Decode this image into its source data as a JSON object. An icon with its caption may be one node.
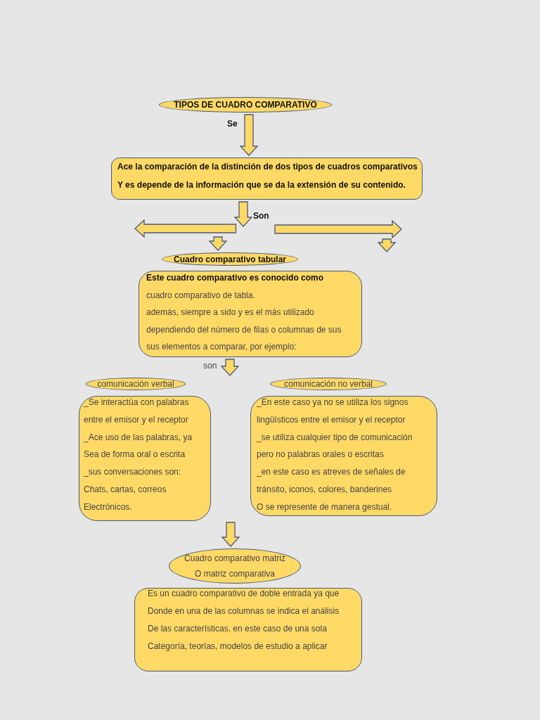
{
  "diagram": {
    "nodes": [
      {
        "text": [
          "TIPOS DE CUADRO COMPARATIVO"
        ]
      },
      {
        "text": [
          "Ace la comparación de la distinción de dos tipos de cuadros comparativos",
          "Y es depende de la información que se da la extensión de su contenido."
        ]
      },
      {
        "text": [
          "Cuadro comparativo tabular"
        ]
      },
      {
        "text": [
          "Este cuadro comparativo es conocido como",
          "cuadro comparativo de tabla.",
          "además, siempre a sido y es el más utilizado",
          "dependiendo del número de filas o columnas de sus",
          "sus elementos a comparar, por ejemplo:"
        ]
      },
      {
        "text": [
          "comunicación verbal"
        ]
      },
      {
        "text": [
          "_Se interactúa con palabras",
          "entre el emisor y el receptor",
          "_Ace uso de las palabras, ya",
          "Sea de forma oral o escrita",
          "_sus conversaciones son:",
          "Chats, cartas, correos",
          "Electrónicos."
        ]
      },
      {
        "text": [
          "comunicación no verbal"
        ]
      },
      {
        "text": [
          "_En este caso ya no se utiliza los signos",
          "lingüísticos entre el emisor y el receptor",
          "_se utiliza cualquier tipo de comunicación",
          "pero no palabras orales o escritas",
          "_en este caso es atreves de señales de",
          "tránsito, iconos, colores, banderines",
          "O se represente de manera gestual."
        ]
      },
      {
        "text": [
          "Cuadro comparativo matriz",
          "O matriz comparativa"
        ]
      },
      {
        "text": [
          "Es un cuadro comparativo de doble entrada ya que",
          "Donde en una de las columnas se indica el análisis",
          "De las características, en este caso de una sola",
          "Categoría, teorías, modelos de estudio a aplicar"
        ]
      }
    ],
    "edges": [
      {
        "from": 0,
        "to": 1,
        "arrow": "to",
        "label": "Se"
      },
      {
        "from": 1,
        "to": null,
        "arrow": "to",
        "label": "Son"
      },
      {
        "from": null,
        "to": 2,
        "arrow": "to"
      },
      {
        "from": 3,
        "to": null,
        "arrow": "to",
        "label": "son"
      },
      {
        "from": null,
        "to": 8,
        "arrow": "to"
      },
      {
        "from": 1,
        "to": 2,
        "arrow": "to"
      }
    ]
  }
}
